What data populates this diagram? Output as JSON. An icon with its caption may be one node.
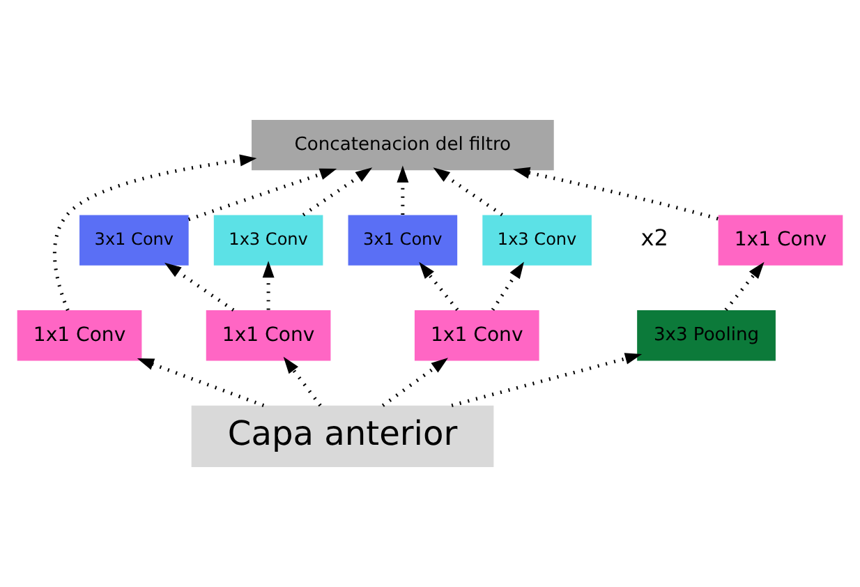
{
  "diagram": {
    "nodes": [
      {
        "text": [
          "Concatenacion del filtro"
        ]
      },
      {
        "text": [
          "3x1 Conv"
        ]
      },
      {
        "text": [
          "1x3 Conv"
        ]
      },
      {
        "text": [
          "3x1 Conv"
        ]
      },
      {
        "text": [
          "1x3 Conv"
        ]
      },
      {
        "text": [
          "1x1 Conv"
        ]
      },
      {
        "text": [
          "1x1 Conv"
        ]
      },
      {
        "text": [
          "1x1 Conv"
        ]
      },
      {
        "text": [
          "1x1 Conv"
        ]
      },
      {
        "text": [
          "3x3 Pooling"
        ]
      },
      {
        "text": [
          "Capa anterior"
        ]
      }
    ],
    "edges": [
      {
        "from": 10,
        "to": 6,
        "arrow": "to"
      },
      {
        "from": 10,
        "to": 7,
        "arrow": "to"
      },
      {
        "from": 10,
        "to": 8,
        "arrow": "to"
      },
      {
        "from": 10,
        "to": 9,
        "arrow": "to"
      },
      {
        "from": 7,
        "to": 1,
        "arrow": "to"
      },
      {
        "from": 7,
        "to": 2,
        "arrow": "to"
      },
      {
        "from": 8,
        "to": 3,
        "arrow": "to"
      },
      {
        "from": 8,
        "to": 4,
        "arrow": "to"
      },
      {
        "from": 9,
        "to": 5,
        "arrow": "to"
      },
      {
        "from": 6,
        "to": 0,
        "arrow": "to"
      },
      {
        "from": 1,
        "to": 0,
        "arrow": "to"
      },
      {
        "from": 2,
        "to": 0,
        "arrow": "to"
      },
      {
        "from": 3,
        "to": 0,
        "arrow": "to"
      },
      {
        "from": 4,
        "to": 0,
        "arrow": "to"
      },
      {
        "from": 5,
        "to": 0,
        "arrow": "to"
      }
    ],
    "labels": [
      "x2"
    ]
  }
}
